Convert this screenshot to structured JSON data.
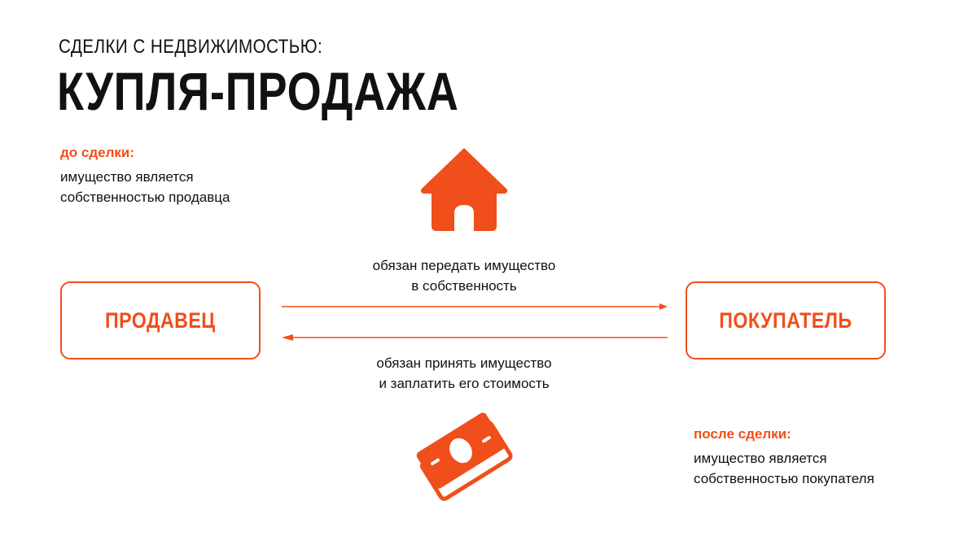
{
  "header": {
    "subtitle": "СДЕЛКИ С НЕДВИЖИМОСТЬЮ:",
    "title": "КУПЛЯ-ПРОДАЖА"
  },
  "before": {
    "heading": "до сделки:",
    "line1": "имущество является",
    "line2": "собственностью продавца"
  },
  "after": {
    "heading": "после сделки:",
    "line1": "имущество является",
    "line2": "собственностью покупателя"
  },
  "parties": {
    "seller": "ПРОДАВЕЦ",
    "buyer": "ПОКУПАТЕЛЬ"
  },
  "flows": {
    "seller_to_buyer": {
      "line1": "обязан передать имущество",
      "line2": "в собственность"
    },
    "buyer_to_seller": {
      "line1": "обязан принять имущество",
      "line2": "и заплатить его стоимость"
    }
  },
  "icons": {
    "property": "house-icon",
    "payment": "money-icon"
  },
  "colors": {
    "accent": "#f04e1a",
    "text": "#111111",
    "background": "#ffffff"
  }
}
